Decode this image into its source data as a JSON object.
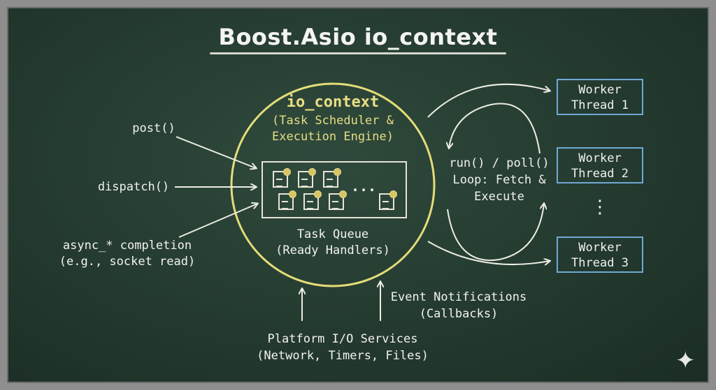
{
  "title": "Boost.Asio io_context",
  "context": {
    "name": "io_context",
    "desc_line1": "(Task Scheduler &",
    "desc_line2": "Execution Engine)"
  },
  "queue": {
    "ellipsis": "...",
    "label_line1": "Task Queue",
    "label_line2": "(Ready Handlers)"
  },
  "inputs": {
    "post": "post()",
    "dispatch": "dispatch()",
    "async_line1": "async_* completion",
    "async_line2": "(e.g., socket read)"
  },
  "loop": {
    "line1": "run() / poll()",
    "line2": "Loop: Fetch &",
    "line3": "Execute"
  },
  "workers": [
    {
      "line1": "Worker",
      "line2": "Thread 1"
    },
    {
      "line1": "Worker",
      "line2": "Thread 2"
    },
    {
      "line1": "Worker",
      "line2": "Thread 3"
    }
  ],
  "workers_ellipsis": "⋮",
  "events": {
    "line1": "Event Notifications",
    "line2": "(Callbacks)"
  },
  "platform": {
    "line1": "Platform I/O Services",
    "line2": "(Network, Timers, Files)"
  },
  "colors": {
    "chalk": "#f2f2ee",
    "yellow_chalk": "#e8de84",
    "blue_chalk": "#6fa9d6",
    "board": "#243a2f",
    "frame": "#8e8e8e"
  },
  "icons": {
    "task": "document-gear-icon",
    "watermark": "sparkle-icon"
  }
}
